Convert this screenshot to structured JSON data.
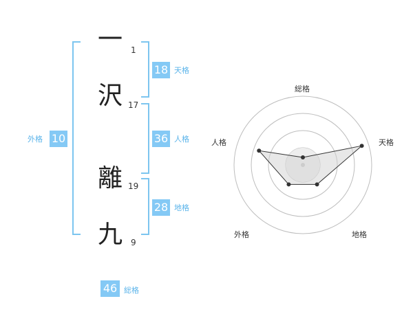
{
  "name": {
    "characters": [
      {
        "char": "一",
        "strokes": "1"
      },
      {
        "char": "沢",
        "strokes": "17"
      },
      {
        "char": "離",
        "strokes": "19"
      },
      {
        "char": "九",
        "strokes": "9"
      }
    ]
  },
  "fortunes": {
    "ten": {
      "value": "18",
      "label": "天格"
    },
    "jin": {
      "value": "36",
      "label": "人格"
    },
    "chi": {
      "value": "28",
      "label": "地格"
    },
    "gai": {
      "value": "10",
      "label": "外格"
    },
    "sou": {
      "value": "46",
      "label": "総格"
    }
  },
  "radar": {
    "axes": [
      "総格",
      "天格",
      "地格",
      "外格",
      "人格"
    ],
    "values": [
      0.11,
      0.9,
      0.35,
      0.35,
      0.67
    ],
    "rings": 4,
    "colors": {
      "ring": "#bdbdbd",
      "fill": "#e6e6e6",
      "line": "#333333",
      "center": "#cccccc"
    }
  },
  "colors": {
    "accent": "#84c9f5",
    "bracket": "#7cc5ef"
  }
}
